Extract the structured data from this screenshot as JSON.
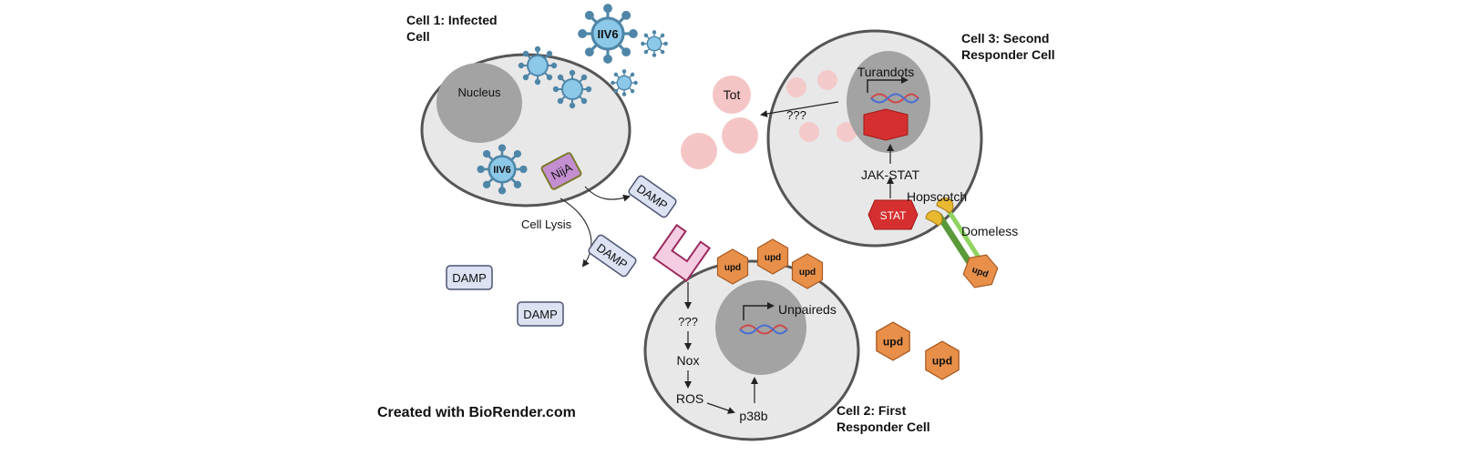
{
  "cell1": {
    "title_line1": "Cell 1: Infected",
    "title_line2": "Cell",
    "nucleus": "Nucleus",
    "virus": "IIV6",
    "protein": "NijA"
  },
  "virus_outside": "IIV6",
  "lysis": "Cell Lysis",
  "damp": "DAMP",
  "cell2": {
    "title_line1": "Cell 2: First",
    "title_line2": "Responder Cell",
    "gene": "Unpaireds",
    "pathway": [
      "???",
      "Nox",
      "ROS",
      "p38b"
    ]
  },
  "cell3": {
    "title_line1": "Cell 3: Second",
    "title_line2": "Responder Cell",
    "gene": "Turandots",
    "signal": "JAK-STAT",
    "stat": "STAT",
    "receptor": "Domeless",
    "kinase": "Hopscotch",
    "unknown": "???"
  },
  "tot": "Tot",
  "upd": "upd",
  "credit": "Created with BioRender.com"
}
